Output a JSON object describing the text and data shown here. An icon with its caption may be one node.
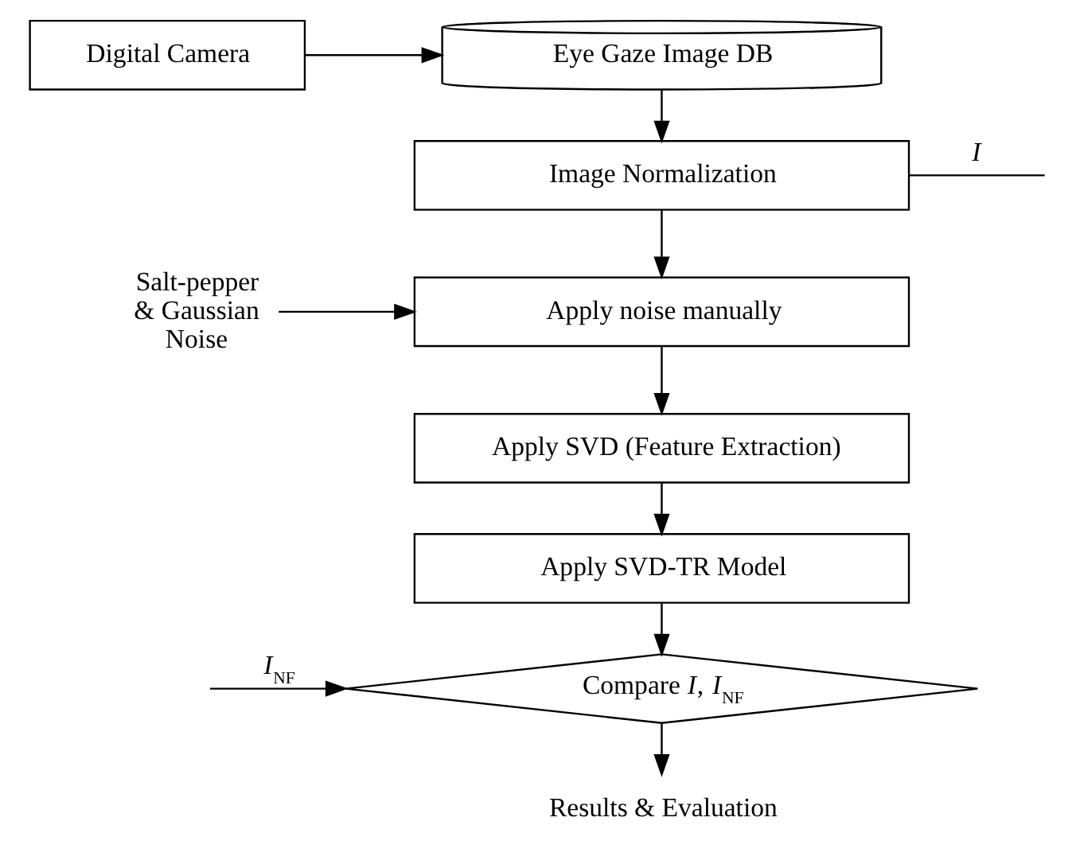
{
  "diagram": {
    "nodes": [
      {
        "text": [
          "Digital Camera"
        ]
      },
      {
        "text": [
          "Eye Gaze Image DB"
        ]
      },
      {
        "text": [
          "Image Normalization"
        ]
      },
      {
        "text": [
          "Salt-pepper & Gaussian Noise"
        ]
      },
      {
        "text": [
          "Apply noise manually"
        ]
      },
      {
        "text": [
          "Apply SVD (Feature Extraction)"
        ]
      },
      {
        "text": [
          "Apply SVD-TR Model"
        ]
      },
      {
        "text": [
          "Compare *I*, *I*$_{NF}$"
        ]
      },
      {
        "text": [
          "Results & Evaluation"
        ]
      }
    ],
    "edges": [
      {
        "from": 0,
        "to": 1,
        "arrow": "to"
      },
      {
        "from": 1,
        "to": 2,
        "arrow": "to"
      },
      {
        "from": 2,
        "to": null,
        "arrow": "none",
        "label": "*I*"
      },
      {
        "from": 3,
        "to": 4,
        "arrow": "to"
      },
      {
        "from": 2,
        "to": 4,
        "arrow": "to"
      },
      {
        "from": 4,
        "to": 5,
        "arrow": "to"
      },
      {
        "from": 5,
        "to": 6,
        "arrow": "to"
      },
      {
        "from": 6,
        "to": 7,
        "arrow": "to"
      },
      {
        "from": null,
        "to": 7,
        "arrow": "to",
        "label": "*I*$_{NF}$"
      },
      {
        "from": 7,
        "to": 8,
        "arrow": "to"
      }
    ]
  }
}
